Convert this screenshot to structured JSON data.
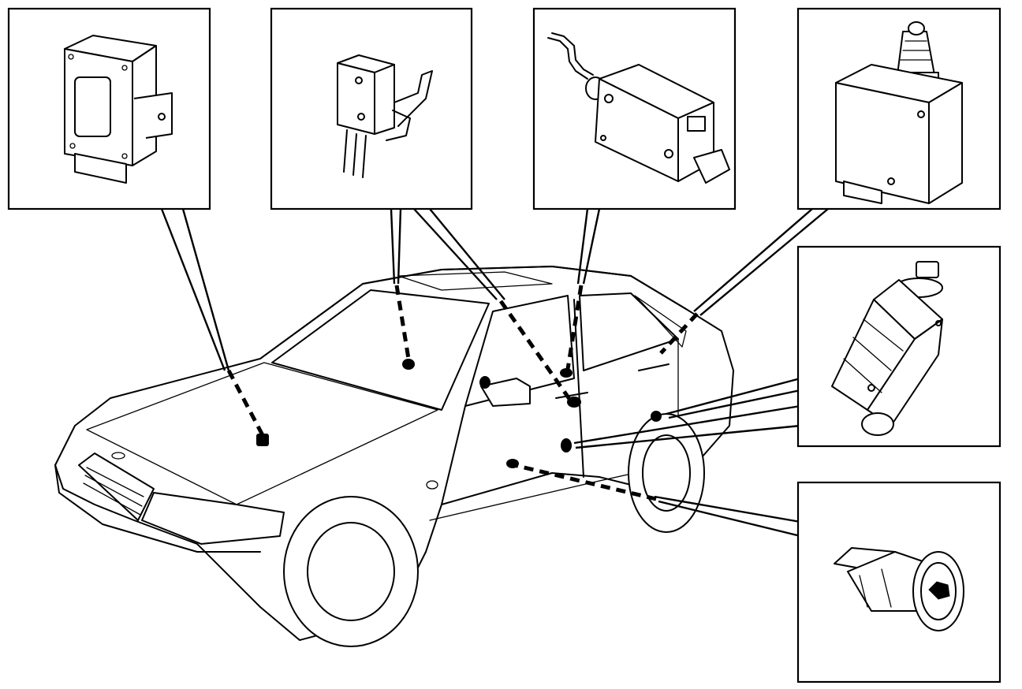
{
  "diagram": {
    "ink_color": "#000000",
    "paper_color": "#ffffff",
    "components": [
      {
        "id": "control-module",
        "icon": "relay-box-icon"
      },
      {
        "id": "door-lock-switch",
        "icon": "lock-switch-icon"
      },
      {
        "id": "lock-motor-tailgate",
        "icon": "lock-motor-icon"
      },
      {
        "id": "fuel-flap-motor",
        "icon": "fuel-flap-motor-icon"
      },
      {
        "id": "door-lock-motor",
        "icon": "door-lock-motor-icon"
      },
      {
        "id": "central-lock-button",
        "icon": "push-button-icon"
      }
    ]
  }
}
